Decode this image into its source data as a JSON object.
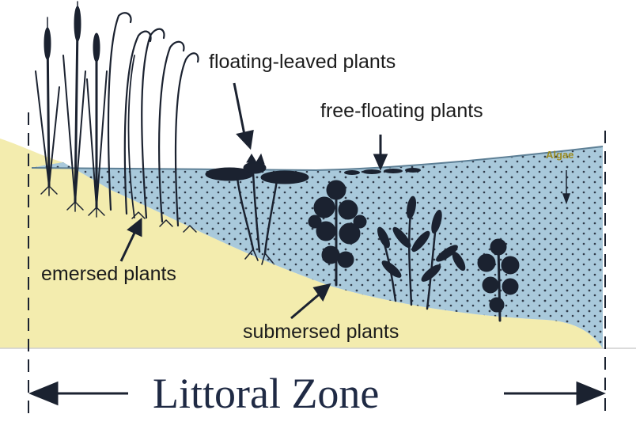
{
  "labels": {
    "floating_leaved": "floating-leaved plants",
    "free_floating": "free-floating plants",
    "algae": "Algae",
    "emersed": "emersed plants",
    "submersed": "submersed plants",
    "zone_title": "Littoral Zone"
  },
  "colors": {
    "sand": "#f3ecae",
    "water": "#a9c9db",
    "plant": "#1b2230",
    "algae_label": "#9a8a20",
    "zone_text": "#1f2a44"
  },
  "icons": [
    "arrow-left-icon",
    "arrow-right-icon",
    "down-arrow-icon",
    "up-arrow-icon",
    "cattail-icon",
    "floating-leaf-icon",
    "submerged-plant-icon"
  ]
}
